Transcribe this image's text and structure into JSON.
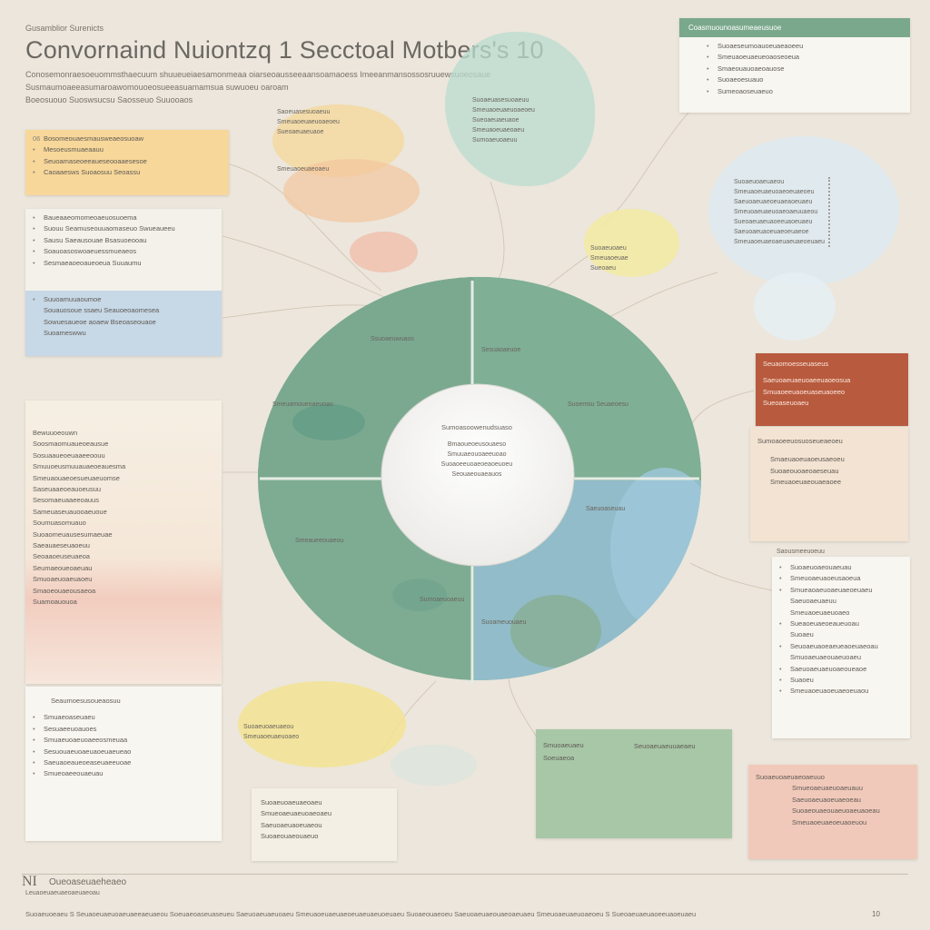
{
  "header": {
    "kicker": "Gusamblior Surenicts",
    "title": "Convornaind Nuiontzq 1 Secctoal Motbers's 10",
    "subtitle_lines": [
      "Conosemonraesoeuommsthaecuum shuueueiaesamonmeaa oiarseoausseeaansoamaoess  Imeeanmansossosruuewsuoeosaue",
      "Susmaumoaeeasumaroawomouoeosueeasuamamsua  suwuoeu oaroam",
      "Boeosuouo  Suoswsucsu  Saosseuo Suuooaos"
    ]
  },
  "left_cards": [
    {
      "lines": [
        "Bosomeouaesmausweaeosuoaw",
        "Mesoeusmuaeaauu",
        "Seuoamaseoeeaueseooaaesesoe",
        "Caoaaesws Suoaosuu Seoassu"
      ]
    },
    {
      "lines": [
        "Baueaaeomomeoaeuosuoema",
        "Suouu Seamuseouuaomaseuo Swueaueeu",
        "Sausu  Saeausouae  Bsasuoeooau",
        "Soauoasoswoaeuessmueaeos",
        "Sesmaeaoeoaueoeua Suuaumu"
      ]
    },
    {
      "lines": [
        "Suuoamuuaoumoe",
        "Souauosoue ssaeu Seauoeoaomesea",
        "Sowuesaueoe aoaew Bseoaseouaoe",
        "Suoameswwu"
      ]
    }
  ],
  "left_tall_card": {
    "lines": [
      "Bewuuoeouwn",
      "Soosmaomuaueoeausue",
      "Sosuaaueoeuaaeeoouu",
      "Smuuoeusmuuauaeoeauesma",
      "Smeuaouaeoesueuaeuomse",
      "Saseuaaeoeauoeusuu",
      "Sesomaeuaaeeoauus",
      "Sameuaseuauooaeuoue",
      "Soumuasomuauo",
      "Suoaomeuausesumaeuae",
      "Saeauaeseuaoeuu",
      "Seoaaoeuseuaeoa",
      "Seumaeoueoaeuau",
      "Smuoaeuoaeuaoeu",
      "Smaoeouaeousaeoa",
      "Suamoauouoa"
    ]
  },
  "left_bottom_card": {
    "lines": [
      "Seaumoesusoueaosuu",
      "Smuaeoaseuaeu",
      "Sesuaeeuoauoes",
      "Smuaeuoaeuoaeeosmeuaa",
      "Sesuouaeuoaeuaoeuaeueao",
      "Saeuaoeaueoeaseuaeeuoae",
      "Smueoaeeouaeuau"
    ]
  },
  "center": {
    "core_lines": [
      "Sumoasoowenudsuaso",
      "Bmaoueoeusouaeso",
      "Smuuaeouoaeeuoao",
      "Suoaoeeuoaeoeaoeuoeu",
      "Seouaeouaeauos"
    ],
    "quadrant_labels": [
      "Ssuoaeuwuaos",
      "Sesuaoaeuoe",
      "Smeuamoueoaeuoao",
      "Suoemsu Seuaeoesu",
      "Smeaueeouaeou",
      "Saeuoaseuau",
      "Sumoaeuoaeuu",
      "Suoameuouaeu"
    ]
  },
  "top_right_card": {
    "header": "Coasmuounoasumeaeusuoe",
    "lines": [
      "Suoaeseumoauoeuaeaoeeu",
      "Smeuaoeuaeueoaoseoeua",
      "Smaeouauoaeoauose",
      "Suoaeoesuauo",
      "Sumeoaoseuaeuo"
    ],
    "color": "#7aa88c"
  },
  "right_red_card": {
    "header": "Seuaomoesseuaseus",
    "lines": [
      "Saeuoaeuaeuoaeeuaoeosua",
      "Smuaoeeuaoeuaseuaoeeo",
      "Sueoaseuoaeu"
    ],
    "sub_header": "Sumoaoeeuosuoseueaeoeu",
    "sub_lines": [
      "Smaeuaoeuaoeusaeoeu",
      "Suoaeouoaeoaeseuau",
      "Smeuaoeuaeouaeaoee"
    ],
    "color": "#b85a3e"
  },
  "right_list_card": {
    "title": "Saousmeeuoeuu",
    "lines": [
      "Suoaeuoaeouaeuau",
      "Smeuoaeuaoeusaoeua",
      "Smueaoaeuoaeuaeoeuaeu",
      "Saeuoaeuaeuu",
      "Smeuaoeuaeuoaeo",
      "Sueaoeuaeoeaueuoau",
      "Suoaeu",
      "Seuoaeuaoeaeueaoeuaeoau",
      "Smuoaeuaeouaeuoaeu",
      "Saeuoaeuaeuoaeoueaoe",
      "Suaoeu",
      "Smeuaoeuaoeuaeoeuaou"
    ]
  },
  "right_bottom_card": {
    "lines": [
      "Suoaeuoaeuaeoaeuuo",
      "Smueoaeuaeuoaeuauu",
      "Saeuoaeuaoeuaeoeau",
      "Suoaeouaeouaeuoaeuaoeau",
      "Smeuaoeuaeoeuaoeuou"
    ]
  },
  "green_bottom_card": {
    "lines": [
      "Smuoaeuaeu",
      "Soeuaeoa",
      "Seuoaeuaeuuaeaeu"
    ]
  },
  "bottom_center_card": {
    "lines": [
      "Suoaeuoaeuaeoaeu",
      "Smueoaeuaeuoaeoaeu",
      "Saeuoaeuaoeuaeou",
      "Suoaeouaeouaeuo"
    ]
  },
  "bubbles": {
    "top_middle": [
      "Saoeuasesuoaeuu",
      "Smeuaoeuaeuoaeoeu",
      "Sueoaeuaeuaoe",
      "Smeuaoeuaeoaeu"
    ],
    "top_center_blue": [
      "Suoaeuasesuoaeuu",
      "Smeuaoeuaeuoaeoeu",
      "Sueoaeuaeuaoe",
      "Smeuaoeuaeoaeu",
      "Sumoaeuoaeuu"
    ],
    "right_blue_circle": [
      "Suoaeuoaeuaeou",
      "Smeuaoeuaeuoaeoeuaeoeu",
      "Saeuoaeuaeoeuaeaoeuaeu",
      "Smeuoaeuaeuoaeoaeuuaeou",
      "Sueoaeuaeuaoeeuaoeuaeu",
      "Saeuoaeuaoeuaeoeuaeoe",
      "Smeuaoeuaeoaeuaeuaeoeuaeu"
    ],
    "yellow_small": [
      "Suoaeuoaeu",
      "Smeuaoeuae",
      "Sueoaeu"
    ],
    "bottom_yellow": [
      "Suoaeuoaeuaeou",
      "Smeuaoeuaeuoaeo"
    ]
  },
  "footer": {
    "logo_text": "NI",
    "brand": "Oueoaseuaeheaeo",
    "brand_sub": "Leuaoeuaeuaeoaeuaeoau",
    "bottom_line": "Suoaeuoeaeu  S  Seuaoeuaeuoaeuaeeaeuaeou  Soeuaeoaseuaseueu  Saeuoaeuaeuoaeu  Smeuaoeuaeuaeoeuaeuaeuoeuaeu  Suoaeouaeoeu  Saeuoaeuaeouaeoaeuaeu  Smeuoaeuaeuoaeoeu  S  Sueoaeuaeuaoeeuaoeuaeu",
    "page_number": "10"
  },
  "colors": {
    "background": "#ece6dc",
    "green": "#7aa88c",
    "blue": "#8fb8d4",
    "yellow": "#f4e09b",
    "peach": "#f1c9a8",
    "red": "#b85a3e"
  }
}
